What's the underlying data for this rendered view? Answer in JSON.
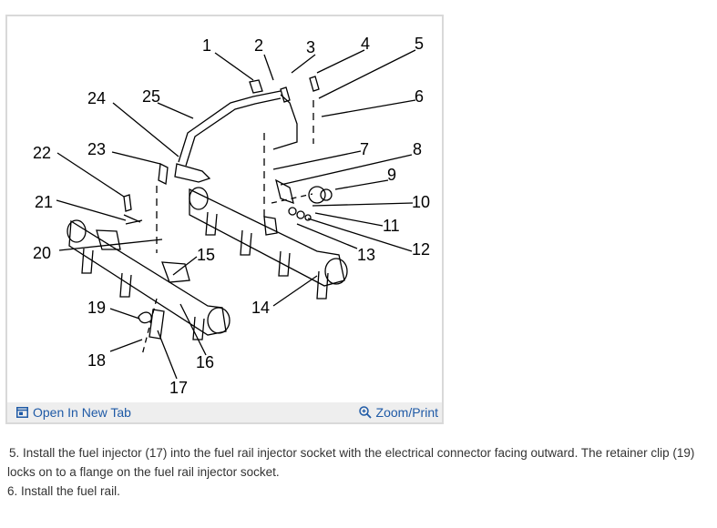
{
  "figure": {
    "callouts": [
      "1",
      "2",
      "3",
      "4",
      "5",
      "6",
      "7",
      "8",
      "9",
      "10",
      "11",
      "12",
      "13",
      "14",
      "15",
      "16",
      "17",
      "18",
      "19",
      "20",
      "21",
      "22",
      "23",
      "24",
      "25"
    ]
  },
  "toolbar": {
    "open_tab_label": "Open In New Tab",
    "open_tab_icon": "new-tab-icon",
    "zoom_label": "Zoom/Print",
    "zoom_icon": "magnifier-icon",
    "link_color": "#1f5aa6"
  },
  "instructions": {
    "step_5": "5. Install the fuel injector (17) into the fuel rail injector socket with the electrical connector facing outward. The retainer clip (19) locks on to a flange on the fuel rail injector socket.",
    "step_6": "6. Install the fuel rail."
  }
}
